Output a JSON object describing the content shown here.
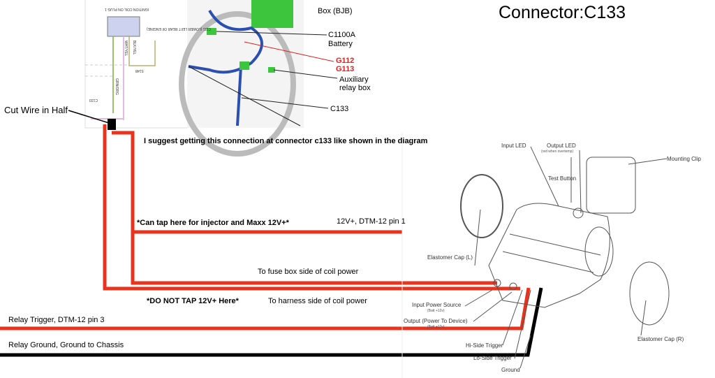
{
  "title": "Connector:C133",
  "wiring_labels": {
    "coil": "IGNITION COIL ON PLUG 1",
    "c111": "C111 (LOWER LEFT REAR OF ENGINE)",
    "splice": "S148",
    "connector": "C133",
    "wire1": "GRN/ORG",
    "wire2": "WHT/YEL",
    "wire3": "BLK/YEL"
  },
  "photo_labels": {
    "box": "Box (BJB)",
    "c1100a": "C1100A",
    "battery": "Battery",
    "g112": "G112",
    "g113": "G113",
    "aux1": "Auxiliary",
    "aux2": "relay box",
    "c133": "C133"
  },
  "annotations": {
    "cut_wire": "Cut Wire in Half",
    "suggest": "I suggest getting this connection at connector c133 like shown in the diagram",
    "can_tap": "*Can tap here for injector and Maxx 12V+*",
    "pin1": "12V+, DTM-12 pin 1",
    "fuse_side": "To fuse box side of coil power",
    "do_not_tap": "*DO NOT TAP 12V+ Here*",
    "harness_side": "To harness side of coil power",
    "relay_trigger": "Relay Trigger, DTM-12 pin 3",
    "relay_ground": "Relay Ground, Ground to Chassis"
  },
  "device_labels": {
    "input_led": "Input LED",
    "output_led": "Output LED",
    "output_led_note": "(red when overtemp)",
    "test_button": "Test Button",
    "mounting_clip": "Mounting Clip",
    "cap_left": "Elastomer Cap (L)",
    "cap_right": "Elastomer Cap (R)",
    "input_power": "Input Power Source",
    "input_power_note": "(Batt +12v)",
    "output_power": "Output (Power To Device)",
    "output_power_note": "(Batt +12v)",
    "hi_side": "Hi-Side Trigger",
    "lo_side": "Lo-Side Trigger",
    "ground": "Ground"
  },
  "colors": {
    "wire_red": "#e8331f",
    "wire_black": "#000000",
    "highlight_red": "#e02020",
    "harness_blue": "#2a4fb0",
    "connector_green": "#3ec53e"
  }
}
